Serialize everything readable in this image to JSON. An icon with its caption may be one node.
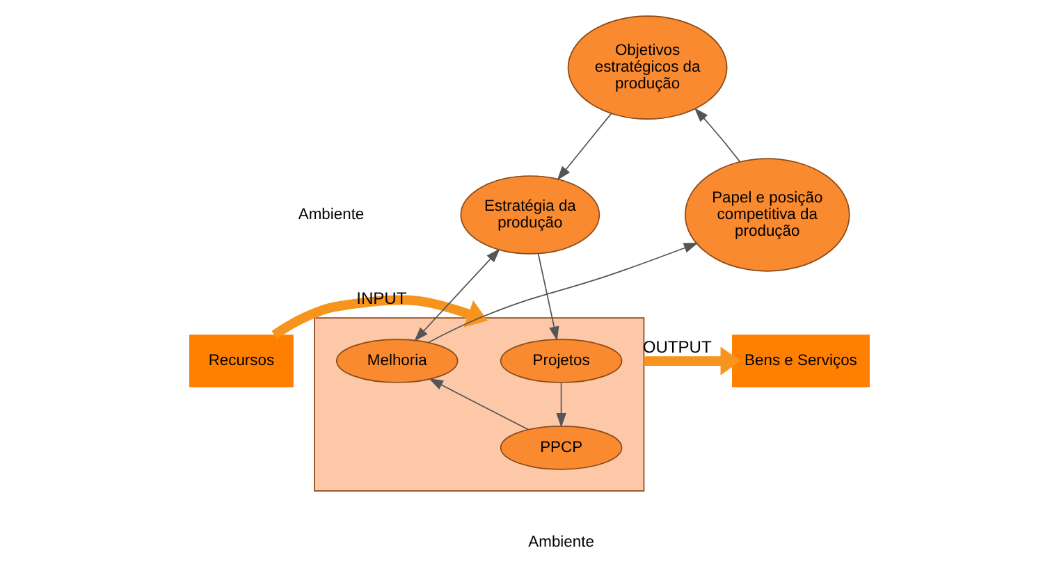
{
  "diagram": {
    "nodes": [
      {
        "text": [
          "Objetivos estratégicos da produção"
        ]
      },
      {
        "text": [
          "Papel e posição competitiva da produção"
        ]
      },
      {
        "text": [
          "Estratégia da produção"
        ]
      },
      {
        "text": [],
        "shape": "box"
      },
      {
        "text": [
          "Projetos"
        ],
        "in": 3
      },
      {
        "text": [
          "Melhoria"
        ],
        "in": 3
      },
      {
        "text": [
          "PPCP"
        ],
        "in": 3
      },
      {
        "text": [
          "Recursos"
        ]
      },
      {
        "text": [
          "Bens e Serviços"
        ]
      }
    ],
    "edges": [
      {
        "from": 1,
        "to": 0,
        "arrow": "to"
      },
      {
        "from": 0,
        "to": 2,
        "arrow": "to"
      },
      {
        "from": 2,
        "to": 4,
        "arrow": "to"
      },
      {
        "from": 2,
        "to": 5,
        "arrow": "both"
      },
      {
        "from": 5,
        "to": 1,
        "arrow": "to"
      },
      {
        "from": 4,
        "to": 6,
        "arrow": "to"
      },
      {
        "from": 6,
        "to": 5,
        "arrow": "to"
      },
      {
        "from": 7,
        "to": 3,
        "arrow": "to",
        "label": "INPUT",
        "style": "thick",
        "color": "#f7941d"
      },
      {
        "from": 3,
        "to": 8,
        "arrow": "to",
        "label": "OUTPUT",
        "style": "thick",
        "color": "#f7941d"
      }
    ],
    "labels": [
      "Ambiente",
      "Ambiente"
    ]
  }
}
